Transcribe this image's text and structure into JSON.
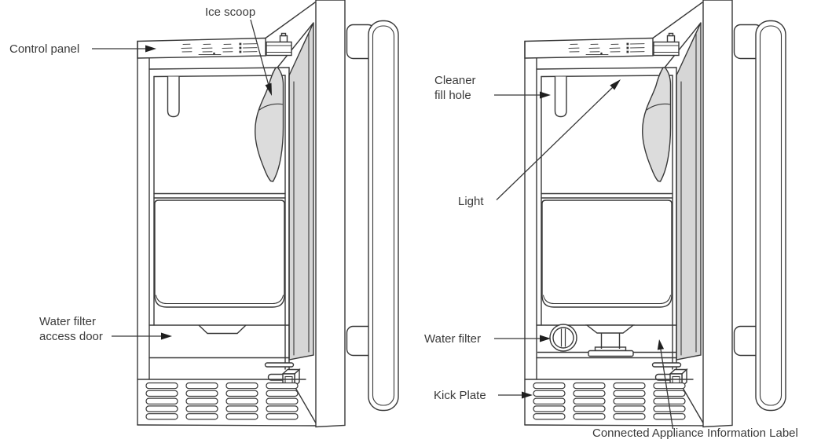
{
  "figure": {
    "type": "appliance-parts-diagram",
    "views": [
      "front-open-door",
      "front-open-door-lower-access"
    ]
  },
  "colors": {
    "ink": "#383838",
    "label_text": "#3a3a3a",
    "liner_gray": "#d6d6d6",
    "scoop_gray": "#dcdcdc",
    "background": "#ffffff"
  },
  "labels": {
    "left": {
      "control_panel": "Control panel",
      "ice_scoop": "Ice scoop",
      "water_filter_access_door": {
        "line1": "Water filter",
        "line2": "access door"
      }
    },
    "right": {
      "cleaner_fill_hole": {
        "line1": "Cleaner",
        "line2": "fill hole"
      },
      "light": "Light",
      "water_filter": "Water filter",
      "kick_plate": "Kick Plate",
      "connected_appliance_information_label": "Connected Appliance Information Label"
    }
  }
}
